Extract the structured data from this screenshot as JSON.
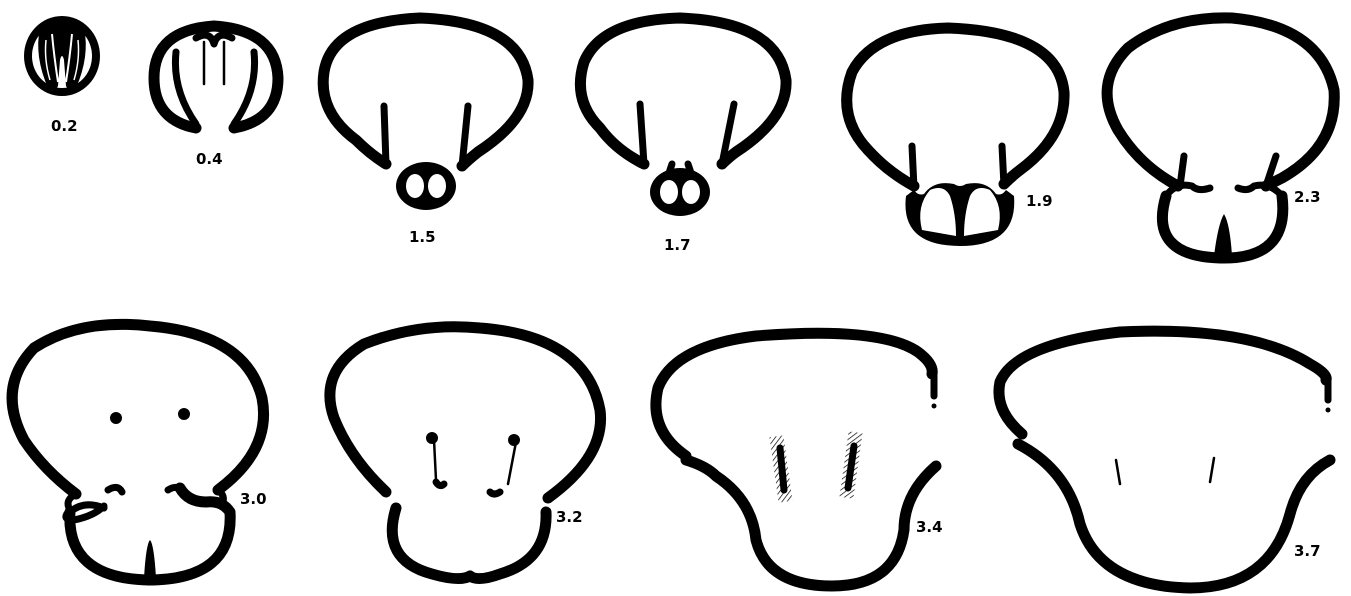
{
  "stages": [
    {
      "id": "s02",
      "label": "0.2"
    },
    {
      "id": "s04",
      "label": "0.4"
    },
    {
      "id": "s15",
      "label": "1.5"
    },
    {
      "id": "s17",
      "label": "1.7"
    },
    {
      "id": "s19",
      "label": "1.9"
    },
    {
      "id": "s23",
      "label": "2.3"
    },
    {
      "id": "s30",
      "label": "3.0"
    },
    {
      "id": "s32",
      "label": "3.2"
    },
    {
      "id": "s34",
      "label": "3.4"
    },
    {
      "id": "s37",
      "label": "3.7"
    }
  ]
}
